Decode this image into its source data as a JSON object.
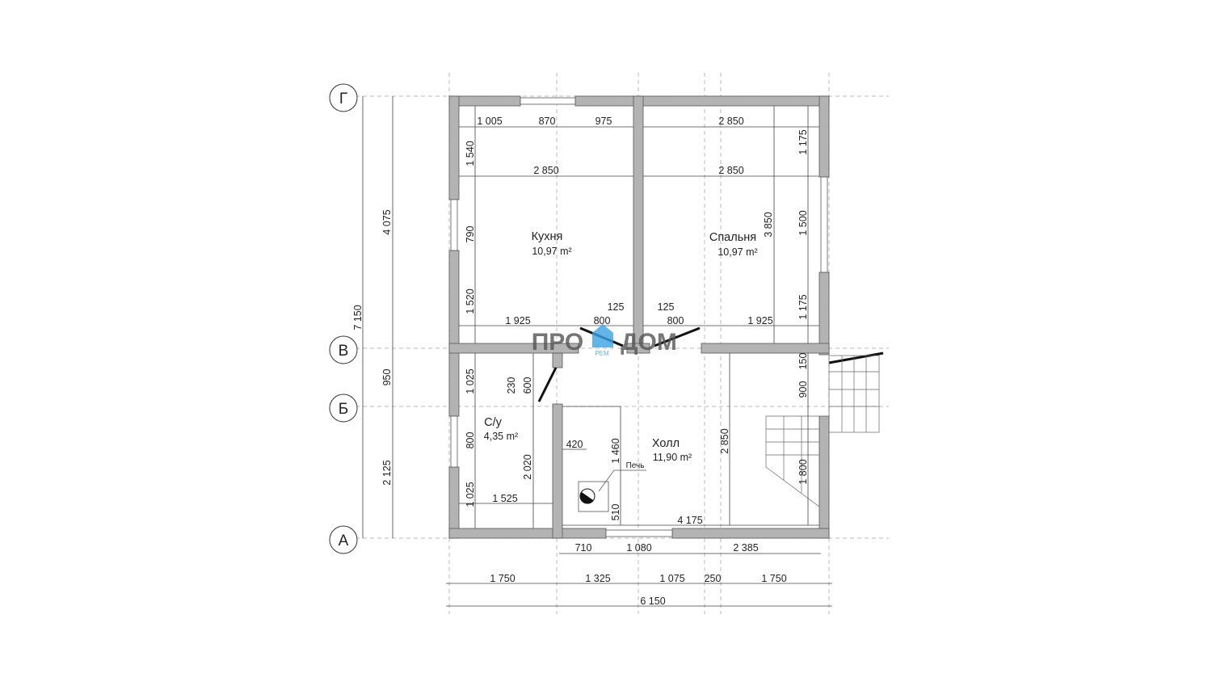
{
  "axes": [
    "Г",
    "В",
    "Б",
    "А"
  ],
  "rooms": [
    {
      "name": "Кухня",
      "area": "10,97 m²"
    },
    {
      "name": "Спальня",
      "area": "10,97 m²"
    },
    {
      "name": "С/у",
      "area": "4,35 m²"
    },
    {
      "name": "Холл",
      "area": "11,90 m²"
    }
  ],
  "stove_label": "Печь",
  "logo": {
    "left": "ПРО",
    "right": "ДОМ",
    "sub": "РЕМ",
    "color": "#3aa3e3"
  },
  "dimensions": [
    "1 005",
    "870",
    "975",
    "2 850",
    "2 850",
    "2 850",
    "1 540",
    "790",
    "1 520",
    "1 175",
    "1 500",
    "1 175",
    "3 850",
    "1 925",
    "800",
    "125",
    "125",
    "800",
    "1 925",
    "1 025",
    "800",
    "1 025",
    "230",
    "600",
    "2 020",
    "1 525",
    "420",
    "1 460",
    "510",
    "4 175",
    "2 850",
    "150",
    "900",
    "1 800",
    "710",
    "1 080",
    "2 385",
    "1 750",
    "1 325",
    "1 075",
    "250",
    "1 750",
    "6 150",
    "4 075",
    "7 150",
    "950",
    "2 125"
  ]
}
